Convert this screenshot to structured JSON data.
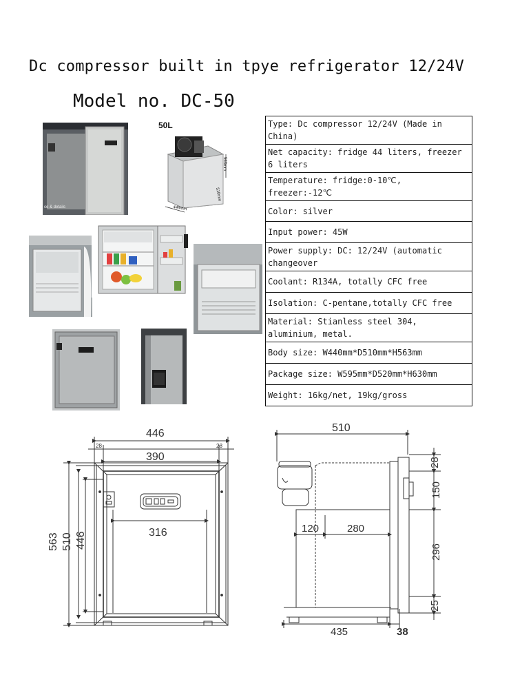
{
  "title": "Dc compressor built in tpye refrigerator 12/24V",
  "model": "Model no. DC-50",
  "photos": {
    "capacity_label": "50L",
    "front_caption": "ce & details",
    "depth_label": "510mm",
    "width_label": "446mm",
    "height_label": "563mm"
  },
  "specs": [
    "Type: Dc compressor 12/24V (Made in China)",
    "Net capacity: fridge 44 liters, freezer 6 liters",
    "Temperature: fridge:0-10℃, freezer:-12℃",
    "Color: silver",
    "Input power: 45W",
    "Power supply: DC: 12/24V (automatic changeover",
    "Coolant: R134A, totally CFC free",
    "Isolation: C-pentane,totally CFC free",
    "Material: Stianless steel 304, aluminium, metal.",
    "Body size: W440mm*D510mm*H563mm",
    "Package size: W595mm*D520mm*H630mm",
    "Weight: 16kg/net, 19kg/gross"
  ],
  "front_drawing": {
    "width_outer": "446",
    "side_left": "28",
    "side_right": "28",
    "width_inner": "390",
    "width_cabinet": "316",
    "height_outer": "563",
    "height_mid": "510",
    "height_inner": "446"
  },
  "side_drawing": {
    "depth_total": "510",
    "top_gap": "28",
    "upper": "150",
    "compressor_depth": "120",
    "cabinet_depth": "280",
    "lower": "296",
    "bottom_gap": "25",
    "base_depth": "435",
    "door_depth": "38"
  }
}
